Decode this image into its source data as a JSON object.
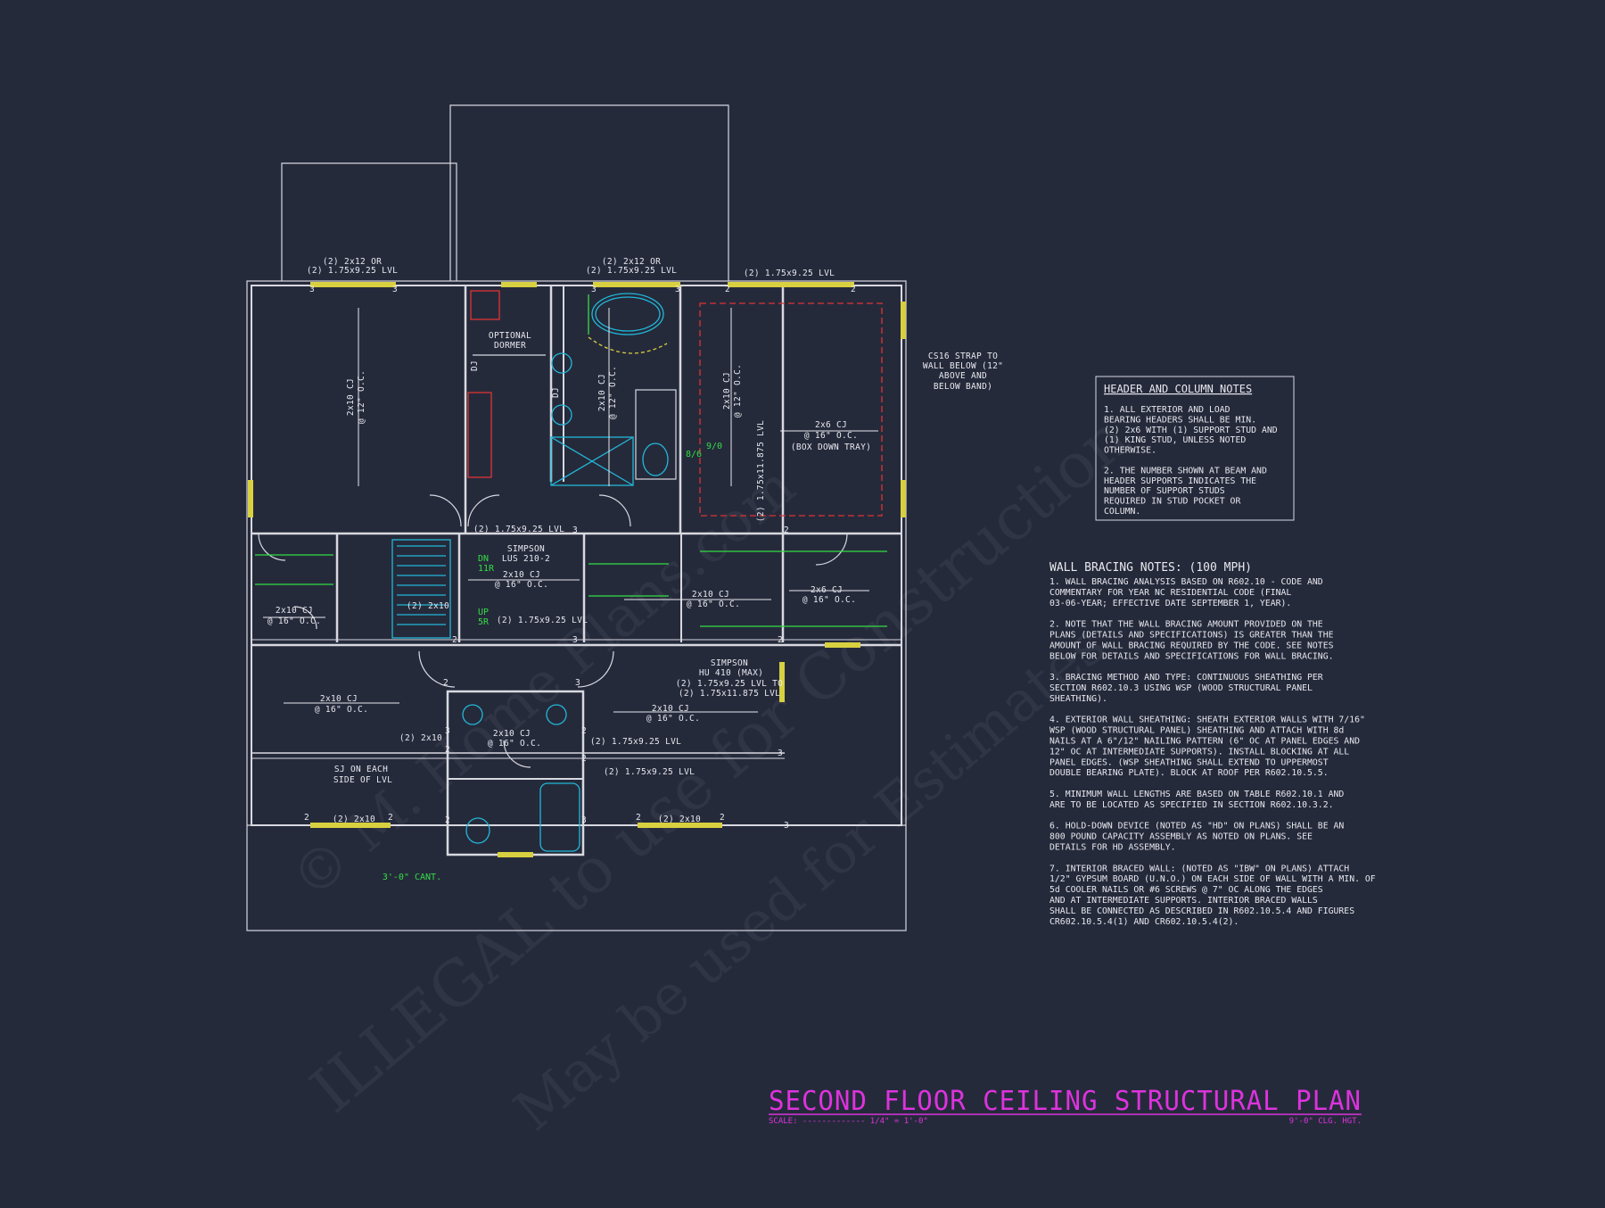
{
  "watermark": {
    "line1": "© M. Home Plans.com",
    "line2": "ILLEGAL to use for Construction",
    "line3": "May be used for Estimates"
  },
  "plan": {
    "labels": [
      {
        "id": "hdr-a1",
        "text": "(2) 2x12 OR"
      },
      {
        "id": "hdr-a2",
        "text": "(2) 1.75x9.25 LVL"
      },
      {
        "id": "hdr-b1",
        "text": "(2) 2x12 OR"
      },
      {
        "id": "hdr-b2",
        "text": "(2) 1.75x9.25 LVL"
      },
      {
        "id": "hdr-c",
        "text": "(2) 1.75x9.25 LVL"
      },
      {
        "id": "cj-left1",
        "text": "2x10 CJ"
      },
      {
        "id": "cj-left2",
        "text": "@ 12\" O.C."
      },
      {
        "id": "dormer1",
        "text": "OPTIONAL"
      },
      {
        "id": "dormer2",
        "text": "DORMER"
      },
      {
        "id": "dj1",
        "text": "DJ"
      },
      {
        "id": "dj2",
        "text": "DJ"
      },
      {
        "id": "cj-bath1",
        "text": "2x10 CJ"
      },
      {
        "id": "cj-bath2",
        "text": "@ 12\" O.C."
      },
      {
        "id": "cj-mid1",
        "text": "2x10 CJ"
      },
      {
        "id": "cj-mid2",
        "text": "@ 12\" O.C."
      },
      {
        "id": "lvl-vert",
        "text": "(2) 1.75x11.875 LVL"
      },
      {
        "id": "cj-tray1",
        "text": "2x6 CJ"
      },
      {
        "id": "cj-tray2",
        "text": "@ 16\" O.C."
      },
      {
        "id": "tray",
        "text": "(BOX DOWN TRAY)"
      },
      {
        "id": "strap1",
        "text": "CS16 STRAP TO"
      },
      {
        "id": "strap2",
        "text": "WALL BELOW (12\""
      },
      {
        "id": "strap3",
        "text": "ABOVE AND"
      },
      {
        "id": "strap4",
        "text": "BELOW BAND)"
      },
      {
        "id": "lvl-stair",
        "text": "(2) 1.75x9.25 LVL"
      },
      {
        "id": "simpson-a1",
        "text": "SIMPSON"
      },
      {
        "id": "simpson-a2",
        "text": "LUS 210-2"
      },
      {
        "id": "cj-hall1",
        "text": "2x10 CJ"
      },
      {
        "id": "cj-hall2",
        "text": "@ 16\" O.C."
      },
      {
        "id": "stair-2x10",
        "text": "(2) 2x10"
      },
      {
        "id": "lvl-hall",
        "text": "(2) 1.75x9.25 LVL"
      },
      {
        "id": "cj-wic1",
        "text": "2x10 CJ"
      },
      {
        "id": "cj-wic2",
        "text": "@ 16\" O.C."
      },
      {
        "id": "cj-right1",
        "text": "2x6 CJ"
      },
      {
        "id": "cj-right2",
        "text": "@ 16\" O.C."
      },
      {
        "id": "cj-lw1",
        "text": "2x10 CJ"
      },
      {
        "id": "cj-lw2",
        "text": "@ 16\" O.C."
      },
      {
        "id": "simpson-b1",
        "text": "SIMPSON"
      },
      {
        "id": "simpson-b2",
        "text": "HU 410 (MAX)"
      },
      {
        "id": "simpson-b3",
        "text": "(2) 1.75x9.25 LVL TO"
      },
      {
        "id": "simpson-b4",
        "text": "(2) 1.75x11.875 LVL"
      },
      {
        "id": "cj-bl1",
        "text": "2x10 CJ"
      },
      {
        "id": "cj-bl2",
        "text": "@ 16\" O.C."
      },
      {
        "id": "cj-bath3",
        "text": "2x10 CJ"
      },
      {
        "id": "cj-bath4",
        "text": "@ 16\" O.C."
      },
      {
        "id": "cj-br1",
        "text": "2x10 CJ"
      },
      {
        "id": "cj-br2",
        "text": "@ 16\" O.C."
      },
      {
        "id": "b-2x10",
        "text": "(2) 2x10"
      },
      {
        "id": "lvl-b1",
        "text": "(2) 1.75x9.25 LVL"
      },
      {
        "id": "sj1",
        "text": "SJ ON EACH"
      },
      {
        "id": "sj2",
        "text": "SIDE OF LVL"
      },
      {
        "id": "lvl-b2",
        "text": "(2) 1.75x9.25 LVL"
      },
      {
        "id": "hdr-bot-l",
        "text": "(2) 2x10"
      },
      {
        "id": "hdr-bot-r",
        "text": "(2) 2x10"
      }
    ],
    "green_labels": [
      {
        "id": "dn",
        "text": "DN"
      },
      {
        "id": "dn-r",
        "text": "11R"
      },
      {
        "id": "up",
        "text": "UP"
      },
      {
        "id": "up-r",
        "text": "5R"
      },
      {
        "id": "cant",
        "text": "3'-0\" CANT."
      },
      {
        "id": "d86",
        "text": "8/6"
      },
      {
        "id": "d910",
        "text": "9/0"
      }
    ],
    "stud_numbers": [
      "3",
      "3",
      "3",
      "3",
      "2",
      "2",
      "3",
      "2",
      "2",
      "3",
      "2",
      "2",
      "3",
      "3",
      "2",
      "2",
      "2",
      "3",
      "2",
      "3",
      "2",
      "2",
      "2",
      "2",
      "3"
    ]
  },
  "header_notes": {
    "title": "HEADER AND COLUMN NOTES",
    "lines": [
      "1. ALL EXTERIOR AND LOAD",
      "BEARING HEADERS SHALL BE MIN.",
      "(2) 2x6 WITH (1) SUPPORT STUD AND",
      "(1) KING STUD, UNLESS NOTED",
      "OTHERWISE.",
      "",
      "2. THE NUMBER SHOWN AT BEAM AND",
      "HEADER SUPPORTS INDICATES THE",
      "NUMBER OF SUPPORT STUDS",
      "REQUIRED IN STUD POCKET OR",
      "COLUMN."
    ]
  },
  "bracing_notes": {
    "title": "WALL BRACING NOTES: (100 MPH)",
    "lines": [
      "1. WALL BRACING ANALYSIS BASED ON R602.10 - CODE AND",
      "COMMENTARY FOR YEAR NC RESIDENTIAL CODE (FINAL",
      "03-06-YEAR; EFFECTIVE DATE SEPTEMBER 1, YEAR).",
      "",
      "2. NOTE THAT THE WALL BRACING AMOUNT PROVIDED ON THE",
      "PLANS (DETAILS AND SPECIFICATIONS) IS GREATER THAN THE",
      "AMOUNT OF WALL BRACING REQUIRED BY THE CODE. SEE NOTES",
      "BELOW FOR DETAILS AND SPECIFICATIONS FOR WALL BRACING.",
      "",
      "3. BRACING METHOD AND TYPE: CONTINUOUS SHEATHING PER",
      "SECTION R602.10.3 USING WSP (WOOD STRUCTURAL PANEL",
      "SHEATHING).",
      "",
      "4. EXTERIOR WALL SHEATHING: SHEATH EXTERIOR WALLS WITH 7/16\"",
      "WSP (WOOD STRUCTURAL PANEL) SHEATHING AND ATTACH WITH 8d",
      "NAILS AT A 6\"/12\" NAILING PATTERN (6\" OC AT PANEL EDGES AND",
      "12\" OC AT INTERMEDIATE SUPPORTS). INSTALL BLOCKING AT ALL",
      "PANEL EDGES. (WSP SHEATHING SHALL EXTEND TO UPPERMOST",
      "DOUBLE BEARING PLATE). BLOCK AT ROOF PER R602.10.5.5.",
      "",
      "5. MINIMUM WALL LENGTHS ARE BASED ON TABLE R602.10.1 AND",
      "ARE TO BE LOCATED AS SPECIFIED IN SECTION R602.10.3.2.",
      "",
      "6. HOLD-DOWN DEVICE (NOTED AS \"HD\" ON PLANS) SHALL BE AN",
      "800 POUND CAPACITY ASSEMBLY AS NOTED ON PLANS. SEE",
      "DETAILS FOR HD ASSEMBLY.",
      "",
      "7. INTERIOR BRACED WALL: (NOTED AS \"IBW\" ON PLANS) ATTACH",
      "1/2\" GYPSUM BOARD (U.N.O.) ON EACH SIDE OF WALL WITH A MIN. OF",
      "5d COOLER NAILS OR #6 SCREWS @ 7\" OC ALONG THE EDGES",
      "AND AT INTERMEDIATE SUPPORTS. INTERIOR BRACED WALLS",
      "SHALL BE CONNECTED AS DESCRIBED IN R602.10.5.4 AND FIGURES",
      "CR602.10.5.4(1) AND CR602.10.5.4(2)."
    ]
  },
  "title_block": {
    "title": "SECOND FLOOR CEILING STRUCTURAL PLAN",
    "scale_label": "SCALE: ------------- 1/4\" = 1'-0\"",
    "ceiling_height": "9'-0\" CLG. HGT."
  },
  "colors": {
    "background": "#252a3b",
    "linework": "#d8d8e0",
    "title": "#dd33dd",
    "fixtures": "#22b8d8",
    "notes_green": "#33dd44",
    "headers_yellow": "#d8d040",
    "tray_red": "#dd3333"
  }
}
